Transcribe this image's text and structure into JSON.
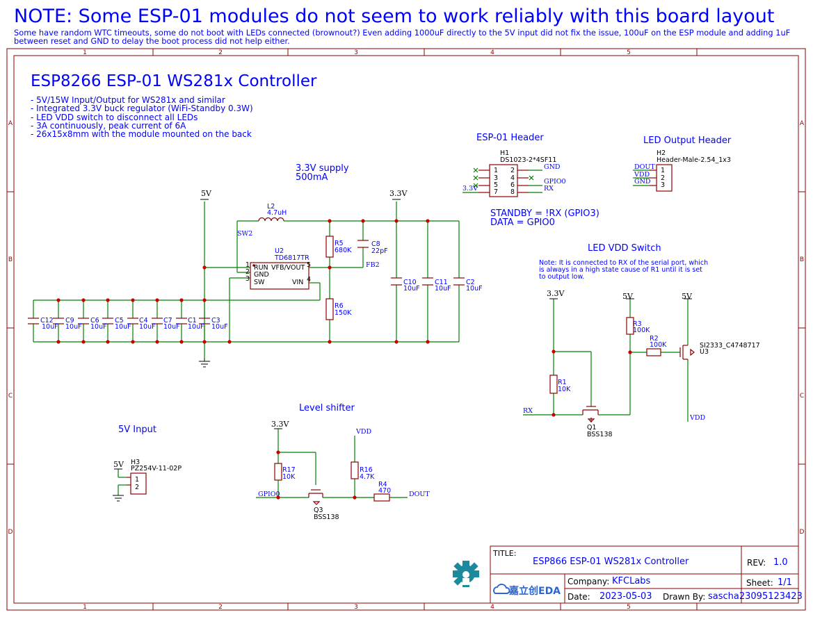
{
  "note": {
    "title": "NOTE: Some ESP-01 modules do not seem to work reliably with this board layout",
    "body": "Some have random WTC timeouts, some do not boot with LEDs connected (brownout?) Even adding 1000uF directly to the 5V input did not fix the issue, 100uF on the ESP module and adding 1uF between reset and GND to delay the boot process did not help either."
  },
  "frame": {
    "columns": [
      "1",
      "2",
      "3",
      "4",
      "5"
    ],
    "rows": [
      "A",
      "B",
      "C",
      "D"
    ]
  },
  "project": {
    "title": "ESP8266 ESP-01 WS281x Controller",
    "bullets": [
      "- 5V/15W Input/Output for WS281x and similar",
      "- Integrated 3.3V buck regulator (WiFi-Standby 0.3W)",
      "- LED VDD switch to disconnect all LEDs",
      "- 3A continuously, peak current of 6A",
      "- 26x15x8mm with the module mounted on the back"
    ]
  },
  "sections": {
    "supply": [
      "3.3V supply",
      "500mA"
    ],
    "esp_header": "ESP-01 Header",
    "led_header": "LED Output Header",
    "standby": [
      "STANDBY = !RX (GPIO3)",
      "DATA = GPIO0"
    ],
    "vdd_switch": "LED VDD Switch",
    "vdd_note": [
      "Note: It is connected to RX of the serial port, which",
      "is always in a high state cause of R1 until it is set",
      "to output low."
    ],
    "level_shifter": "Level shifter",
    "input": "5V Input"
  },
  "nets": {
    "v5": "5V",
    "v33": "3.3V",
    "sw2": "SW2",
    "fb2": "FB2",
    "gnd": "GND",
    "gpio0": "GPIO0",
    "rx": "RX",
    "vdd": "VDD",
    "dout": "DOUT"
  },
  "components": {
    "L2": [
      "L2",
      "4.7uH"
    ],
    "U2": [
      "U2",
      "TD6817TR"
    ],
    "U2_pins": [
      "RUN",
      "GND",
      "SW",
      "VFB/VOUT",
      "VIN"
    ],
    "U2_pin_nums": [
      "1",
      "2",
      "3",
      "5",
      "4"
    ],
    "R5": [
      "R5",
      "680K"
    ],
    "R6": [
      "R6",
      "150K"
    ],
    "C8": [
      "C8",
      "22pF"
    ],
    "caps_in": [
      [
        "C12",
        "10uF"
      ],
      [
        "C9",
        "10uF"
      ],
      [
        "C6",
        "10uF"
      ],
      [
        "C5",
        "10uF"
      ],
      [
        "C4",
        "10uF"
      ],
      [
        "C7",
        "10uF"
      ],
      [
        "C1",
        "10uF"
      ],
      [
        "C3",
        "10uF"
      ]
    ],
    "caps_out": [
      [
        "C10",
        "10uF"
      ],
      [
        "C11",
        "10uF"
      ],
      [
        "C2",
        "10uF"
      ]
    ],
    "H1": [
      "H1",
      "DS1023-2*4SF11"
    ],
    "H1_pins": [
      "1",
      "2",
      "3",
      "4",
      "5",
      "6",
      "7",
      "8"
    ],
    "H2": [
      "H2",
      "Header-Male-2.54_1x3"
    ],
    "H2_pins": [
      "1",
      "2",
      "3"
    ],
    "H3": [
      "H3",
      "PZ254V-11-02P"
    ],
    "H3_pins": [
      "1",
      "2"
    ],
    "R1": [
      "R1",
      "10K"
    ],
    "R2": [
      "R2",
      "100K"
    ],
    "R3": [
      "R3",
      "100K"
    ],
    "R4": [
      "R4",
      "470"
    ],
    "R16": [
      "R16",
      "4.7K"
    ],
    "R17": [
      "R17",
      "10K"
    ],
    "Q1": [
      "Q1",
      "BSS138"
    ],
    "Q3": [
      "Q3",
      "BSS138"
    ],
    "U3": [
      "SI2333_C4748717",
      "U3"
    ]
  },
  "title_block": {
    "title_label": "TITLE:",
    "title": "ESP866 ESP-01 WS281x Controller",
    "rev_label": "REV:",
    "rev": "1.0",
    "company_label": "Company:",
    "company": "KFCLabs",
    "sheet_label": "Sheet:",
    "sheet": "1/1",
    "date_label": "Date:",
    "date": "2023-05-03",
    "drawn_label": "Drawn By:",
    "drawn_by": "sascha23095123423",
    "eda_logo": "嘉立创EDA"
  },
  "colors": {
    "text": "#0000ff",
    "wire": "#008000",
    "part": "#8b0000",
    "frame": "#8b0000",
    "junction": "#cc0000"
  }
}
